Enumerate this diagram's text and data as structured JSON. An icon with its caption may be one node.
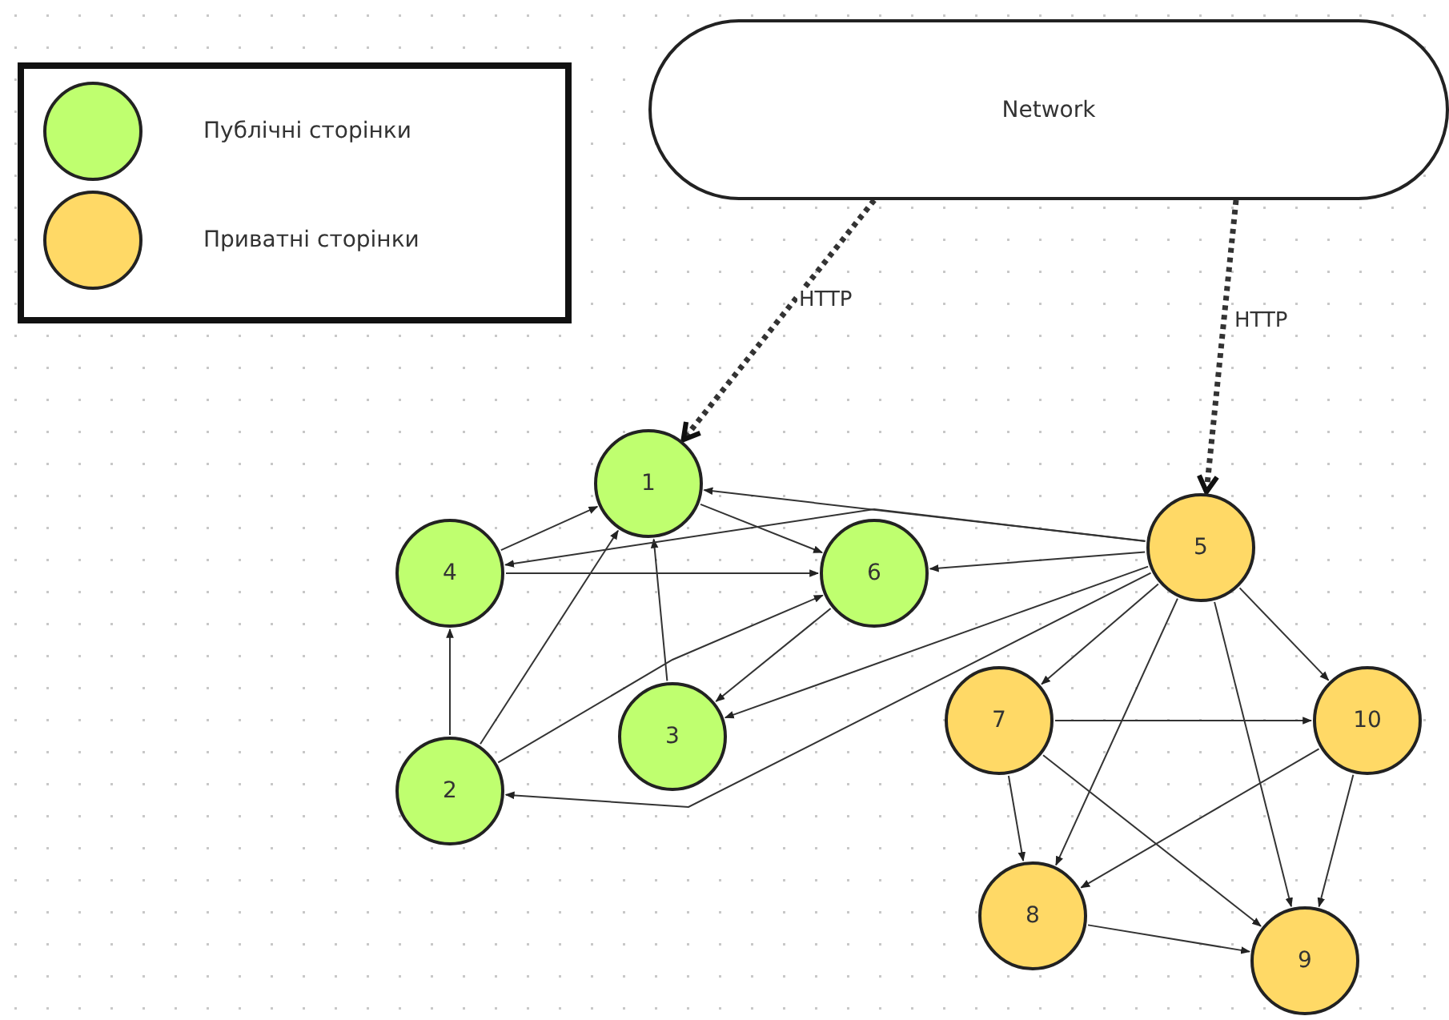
{
  "diagram": {
    "nodes": [
      {
        "text": [
          "Network"
        ]
      },
      {
        "text": [
          "1"
        ]
      },
      {
        "text": [
          "5"
        ]
      },
      {
        "text": [
          "4"
        ]
      },
      {
        "text": [
          "6"
        ]
      },
      {
        "text": [
          "7"
        ]
      },
      {
        "text": [
          "10"
        ]
      },
      {
        "text": [
          "3"
        ]
      },
      {
        "text": [
          "2"
        ]
      },
      {
        "text": [
          "8"
        ]
      },
      {
        "text": [
          "9"
        ]
      }
    ],
    "edges": [
      {
        "from": 0,
        "to": 1,
        "arrow": "to",
        "label": "HTTP",
        "style": "dashed"
      },
      {
        "from": 0,
        "to": 2,
        "arrow": "to",
        "label": "HTTP",
        "style": "dashed"
      },
      {
        "from": 2,
        "to": 1,
        "arrow": "to"
      },
      {
        "from": 3,
        "to": 1,
        "arrow": "to"
      },
      {
        "from": 1,
        "to": 4,
        "arrow": "to"
      },
      {
        "from": 7,
        "to": 1,
        "arrow": "to"
      },
      {
        "from": 8,
        "to": 1,
        "arrow": "to"
      },
      {
        "from": 3,
        "to": 4,
        "arrow": "to"
      },
      {
        "from": 2,
        "to": 3,
        "arrow": "to"
      },
      {
        "from": 8,
        "to": 3,
        "arrow": "to"
      },
      {
        "from": 8,
        "to": 4,
        "arrow": "to"
      },
      {
        "from": 2,
        "to": 4,
        "arrow": "to"
      },
      {
        "from": 2,
        "to": 7,
        "arrow": "to"
      },
      {
        "from": 2,
        "to": 8,
        "arrow": "to"
      },
      {
        "from": 4,
        "to": 7,
        "arrow": "to"
      },
      {
        "from": 2,
        "to": 5,
        "arrow": "to"
      },
      {
        "from": 2,
        "to": 6,
        "arrow": "to"
      },
      {
        "from": 2,
        "to": 9,
        "arrow": "to"
      },
      {
        "from": 2,
        "to": 10,
        "arrow": "to"
      },
      {
        "from": 5,
        "to": 6,
        "arrow": "to"
      },
      {
        "from": 5,
        "to": 10,
        "arrow": "to"
      },
      {
        "from": 5,
        "to": 9,
        "arrow": "to"
      },
      {
        "from": 6,
        "to": 9,
        "arrow": "to"
      },
      {
        "from": 6,
        "to": 10,
        "arrow": "to"
      },
      {
        "from": 9,
        "to": 10,
        "arrow": "to"
      }
    ],
    "legend": [
      {
        "text": "Публічні сторінки",
        "color": "#bfff6f"
      },
      {
        "text": "Приватні сторінки",
        "color": "#ffd966"
      }
    ]
  }
}
